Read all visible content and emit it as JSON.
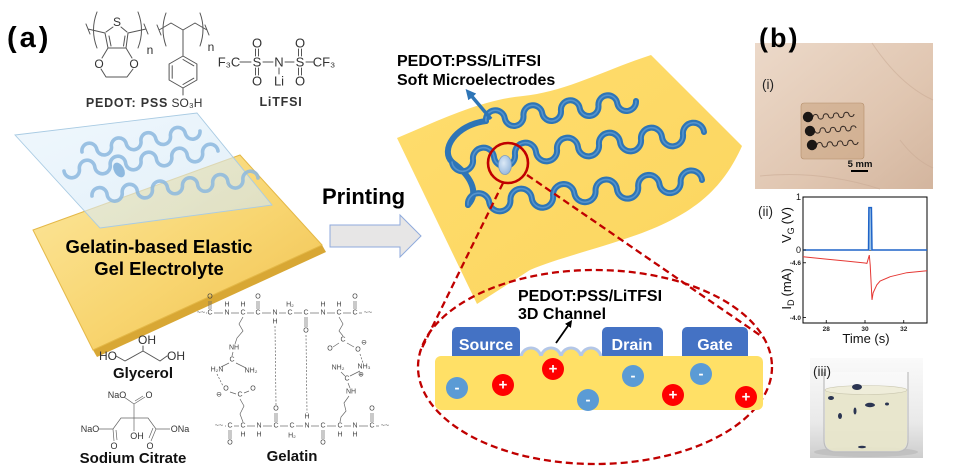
{
  "figure": {
    "panel_a": {
      "label": "(a)",
      "pedot_pss": {
        "name": "PEDOT: PSS",
        "thiophene_s": "S",
        "ether_o_left": "O",
        "ether_o_right": "O",
        "repeat_n_pedot": "n",
        "repeat_n_pss": "n",
        "sulfonate": "SO₃H"
      },
      "litfsi": {
        "name": "LiTFSI",
        "left_group": "F₃C",
        "s_left": "S",
        "n": "N",
        "s_right": "S",
        "right_group": "CF₃",
        "o_top_left": "O",
        "o_top_right": "O",
        "o_bottom_left": "O",
        "o_bottom_right": "O",
        "li": "Li"
      },
      "glycerol": {
        "name": "Glycerol",
        "oh_top": "OH",
        "ho_left": "HO",
        "oh_right": "OH"
      },
      "sodium_citrate": {
        "name": "Sodium Citrate",
        "nao_top": "NaO",
        "o_top": "O",
        "nao_left": "NaO",
        "oh_center": "OH",
        "ona_right": "ONa",
        "o_bottom_left": "O",
        "o_bottom_right": "O"
      },
      "gelatin": {
        "name": "Gelatin",
        "atoms": [
          "~~",
          "C",
          "N",
          "C",
          "C",
          "N",
          "C",
          "C",
          "N",
          "C",
          "C",
          "~~",
          "O",
          "H",
          "H",
          "O",
          "H₂",
          "H",
          "H",
          "O",
          "H",
          "O",
          "NH",
          "C",
          "H₂N",
          "NH₂",
          "⊖",
          "O",
          "C",
          "O",
          "C",
          "O",
          "O",
          "⊖",
          "NH₂",
          "NH₃",
          "⊕",
          "C",
          "NH",
          "~~",
          "C",
          "C",
          "N",
          "C",
          "C",
          "N",
          "C",
          "C",
          "N",
          "C",
          "~~",
          "O",
          "H",
          "O",
          "O",
          "H",
          "H",
          "H₂",
          "O",
          "H",
          "H"
        ]
      },
      "gel_electrolyte_label": [
        "Gelatin-based Elastic",
        "Gel Electrolyte"
      ],
      "printing_label": "Printing",
      "microelectrode_label": [
        "PEDOT:PSS/LiTFSI",
        "Soft Microelectrodes"
      ],
      "cross_section": {
        "channel_label": [
          "PEDOT:PSS/LiTFSI",
          "3D Channel"
        ],
        "electrodes": {
          "source": "Source",
          "drain": "Drain",
          "gate": "Gate"
        },
        "ions": [
          "-",
          "+",
          "+",
          "-",
          "-",
          "+",
          "-",
          "+"
        ]
      }
    },
    "panel_b": {
      "label": "(b)",
      "photo_i": {
        "label": "(i)",
        "scale_bar": "5 mm"
      },
      "plot_ii": {
        "label": "(ii)"
      },
      "photo_iii": {
        "label": "(iii)"
      }
    }
  },
  "colors": {
    "gel_yellow": "#F7D36A",
    "sheet_yellow": "#FFD966",
    "microelectrode_blue": "#2E75B6",
    "contact_blue": "#4472C4",
    "anion_blue": "#5B9BD5",
    "cation_red": "#FF0000",
    "callout_red": "#C00000",
    "printing_arrow_fill": "#E7E6E6",
    "printing_arrow_outline": "#8FAADC"
  },
  "chart_data": {
    "type": "line",
    "title": "",
    "xlabel": "Time (s)",
    "xlim": [
      26.8,
      33.2
    ],
    "xticks": [
      28,
      30,
      32
    ],
    "xtick_labels": [
      "28",
      "30",
      "32"
    ],
    "grid": false,
    "legend": "none",
    "panels": [
      {
        "name": "gate-voltage",
        "ylabel": "V_G (V)",
        "ylabel_parts": {
          "main": "V",
          "sub": "G",
          "unit": "(V)"
        },
        "ylim_top": 1.0,
        "ylim_bottom": 0.0,
        "yticks": [
          1,
          0
        ],
        "ytick_labels": [
          "1",
          "0"
        ],
        "series": [
          {
            "name": "V_G",
            "color": "#1F64C8",
            "x": [
              26.8,
              30.18,
              30.2,
              30.33,
              30.36,
              33.2
            ],
            "y": [
              0,
              0,
              0.8,
              0.8,
              0,
              0
            ]
          }
        ]
      },
      {
        "name": "drain-current",
        "ylabel": "I_D (mA)",
        "ylabel_parts": {
          "main": "I",
          "sub": "D",
          "unit": "(mA)"
        },
        "ylim_top": -4.74,
        "ylim_bottom": -3.94,
        "yticks": [
          -4.6,
          -4.0
        ],
        "ytick_labels": [
          "-4.6",
          "-4.0"
        ],
        "series": [
          {
            "name": "I_D",
            "color": "#E53935",
            "x": [
              26.8,
              28.0,
              29.0,
              30.0,
              30.1,
              30.22,
              30.27,
              30.36,
              30.42,
              30.61,
              30.78,
              31.3,
              32.16,
              33.2
            ],
            "y": [
              -4.665,
              -4.64,
              -4.619,
              -4.597,
              -4.593,
              -4.684,
              -4.575,
              -4.193,
              -4.27,
              -4.357,
              -4.4,
              -4.447,
              -4.491,
              -4.513
            ]
          }
        ]
      }
    ]
  }
}
